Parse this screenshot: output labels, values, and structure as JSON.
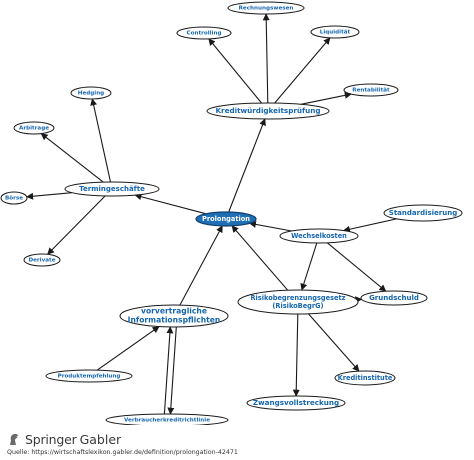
{
  "diagram": {
    "nodes": [
      {
        "id": "prolongation",
        "label": [
          "Prolongation"
        ],
        "center": true
      },
      {
        "id": "kreditwuerdigkeitspruefung",
        "label": [
          "Kreditwürdigkeitsprüfung"
        ]
      },
      {
        "id": "rechnungswesen",
        "label": [
          "Rechnungswesen"
        ]
      },
      {
        "id": "controlling",
        "label": [
          "Controlling"
        ]
      },
      {
        "id": "liquiditaet",
        "label": [
          "Liquidität"
        ]
      },
      {
        "id": "rentabilitaet",
        "label": [
          "Rentabilität"
        ]
      },
      {
        "id": "termingeschaefte",
        "label": [
          "Termingeschäfte"
        ]
      },
      {
        "id": "hedging",
        "label": [
          "Hedging"
        ]
      },
      {
        "id": "arbitrage",
        "label": [
          "Arbitrage"
        ]
      },
      {
        "id": "boerse",
        "label": [
          "Börse"
        ]
      },
      {
        "id": "derivate",
        "label": [
          "Derivate"
        ]
      },
      {
        "id": "wechselkosten",
        "label": [
          "Wechselkosten"
        ]
      },
      {
        "id": "standardisierung",
        "label": [
          "Standardisierung"
        ]
      },
      {
        "id": "grundschuld",
        "label": [
          "Grundschuld"
        ]
      },
      {
        "id": "risikobegrenzungsgesetz",
        "label": [
          "Risikobegrenzungsgesetz",
          "(RisikoBegrG)"
        ]
      },
      {
        "id": "kreditinstitute",
        "label": [
          "Kreditinstitute"
        ]
      },
      {
        "id": "zwangsvollstreckung",
        "label": [
          "Zwangsvollstreckung"
        ]
      },
      {
        "id": "vorvertragliche_informationspflichten",
        "label": [
          "vorvertragliche",
          "Informationspflichten"
        ]
      },
      {
        "id": "produktempfehlung",
        "label": [
          "Produktempfehlung"
        ]
      },
      {
        "id": "verbraucherkreditrichtlinie",
        "label": [
          "Verbraucherkreditrichtlinie"
        ]
      }
    ],
    "edges": [
      {
        "from": "prolongation",
        "to": "kreditwuerdigkeitspruefung"
      },
      {
        "from": "kreditwuerdigkeitspruefung",
        "to": "rechnungswesen"
      },
      {
        "from": "kreditwuerdigkeitspruefung",
        "to": "controlling"
      },
      {
        "from": "kreditwuerdigkeitspruefung",
        "to": "liquiditaet"
      },
      {
        "from": "kreditwuerdigkeitspruefung",
        "to": "rentabilitaet"
      },
      {
        "from": "prolongation",
        "to": "termingeschaefte"
      },
      {
        "from": "termingeschaefte",
        "to": "hedging"
      },
      {
        "from": "termingeschaefte",
        "to": "arbitrage"
      },
      {
        "from": "termingeschaefte",
        "to": "boerse"
      },
      {
        "from": "termingeschaefte",
        "to": "derivate"
      },
      {
        "from": "wechselkosten",
        "to": "prolongation"
      },
      {
        "from": "standardisierung",
        "to": "wechselkosten"
      },
      {
        "from": "wechselkosten",
        "to": "grundschuld"
      },
      {
        "from": "wechselkosten",
        "to": "risikobegrenzungsgesetz"
      },
      {
        "from": "risikobegrenzungsgesetz",
        "to": "prolongation"
      },
      {
        "from": "risikobegrenzungsgesetz",
        "to": "grundschuld"
      },
      {
        "from": "risikobegrenzungsgesetz",
        "to": "kreditinstitute"
      },
      {
        "from": "risikobegrenzungsgesetz",
        "to": "zwangsvollstreckung"
      },
      {
        "from": "vorvertragliche_informationspflichten",
        "to": "prolongation"
      },
      {
        "from": "produktempfehlung",
        "to": "vorvertragliche_informationspflichten"
      },
      {
        "from": "verbraucherkreditrichtlinie",
        "to": "vorvertragliche_informationspflichten"
      },
      {
        "from": "vorvertragliche_informationspflichten",
        "to": "verbraucherkreditrichtlinie"
      }
    ]
  },
  "footer": {
    "brand_primary": "Springer",
    "brand_secondary": "Gabler",
    "source": "Quelle: https://wirtschaftslexikon.gabler.de/definition/prolongation-42471"
  },
  "colors": {
    "node_text": "#1566b0",
    "center_fill": "#1f6fb5",
    "center_text": "#ffffff",
    "edge": "#1a1a1a"
  }
}
